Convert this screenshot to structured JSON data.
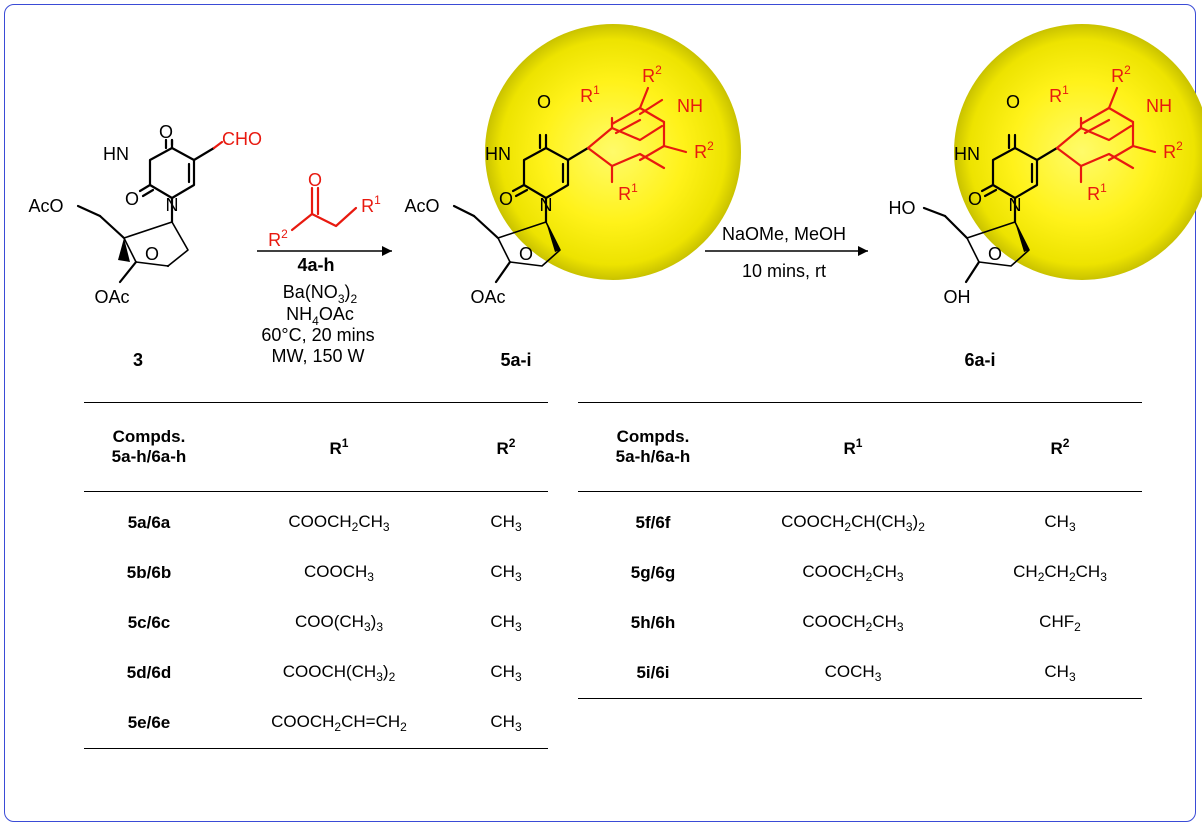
{
  "compounds": {
    "start": "3",
    "intermediate": "5a-i",
    "product": "6a-i",
    "reagent": "4a-h"
  },
  "labels": {
    "cho": "CHO",
    "aco_top": "AcO",
    "oac": "OAc",
    "ho": "HO",
    "oh": "OH",
    "o": "O",
    "nh": "NH",
    "hn": "HN",
    "n": "N",
    "r1": "R",
    "r2": "R",
    "one": "1",
    "two": "2"
  },
  "step1": {
    "line1": "Ba(NO",
    "line1_sub": "3",
    "line1_end": ")",
    "line1_sub2": "2",
    "line2": "NH",
    "line2_sub": "4",
    "line2_end": "OAc",
    "line3": "60°C, 20 mins",
    "line4": "MW, 150 W"
  },
  "step2": {
    "line1": "NaOMe, MeOH",
    "line2": "10 mins, rt"
  },
  "table_left": {
    "h_compds": "Compds.",
    "h_series": "5a-h/6a-h",
    "h_r1": "R",
    "h_r1_sup": "1",
    "h_r2": "R",
    "h_r2_sup": "2",
    "rows": [
      {
        "id": "5a/6a",
        "r1": "COOCH2CH3",
        "r2": "CH3"
      },
      {
        "id": "5b/6b",
        "r1": "COOCH3",
        "r2": "CH3"
      },
      {
        "id": "5c/6c",
        "r1": "COO(CH3)3",
        "r2": "CH3"
      },
      {
        "id": "5d/6d",
        "r1": "COOCH(CH3)2",
        "r2": "CH3"
      },
      {
        "id": "5e/6e",
        "r1": "COOCH2CH=CH2",
        "r2": "CH3"
      }
    ]
  },
  "table_right": {
    "h_compds": "Compds.",
    "h_series": "5a-h/6a-h",
    "h_r1": "R",
    "h_r1_sup": "1",
    "h_r2": "R",
    "h_r2_sup": "2",
    "rows": [
      {
        "id": "5f/6f",
        "r1": "COOCH2CH(CH3)2",
        "r2": "CH3"
      },
      {
        "id": "5g/6g",
        "r1": "COOCH2CH3",
        "r2": "CH2CH2CH3"
      },
      {
        "id": "5h/6h",
        "r1": "COOCH2CH3",
        "r2": "CHF2"
      },
      {
        "id": "5i/6i",
        "r1": "COCH3",
        "r2": "CH3"
      }
    ]
  },
  "colors": {
    "highlight": "#fff21a",
    "accent_red": "#e8190f",
    "frame": "#3a4bd6"
  }
}
